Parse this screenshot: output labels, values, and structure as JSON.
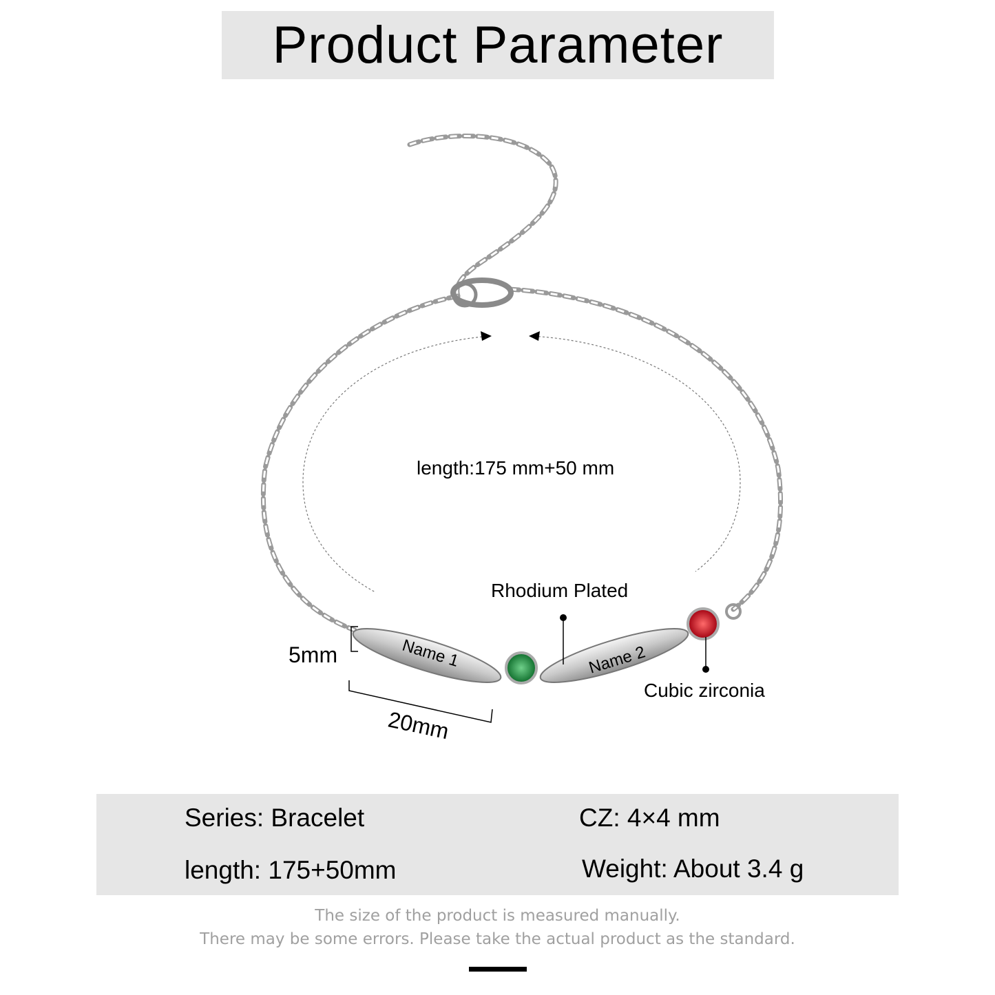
{
  "title": "Product Parameter",
  "diagram": {
    "length_label": "length:175 mm+50 mm",
    "rhodium_label": "Rhodium Plated",
    "cz_label": "Cubic zirconia",
    "height_label": "5mm",
    "width_label": "20mm",
    "plate1_text": "Name 1",
    "plate2_text": "Name 2",
    "gem_colors": {
      "green": "#1f8a3c",
      "red": "#d0121b"
    }
  },
  "specs": {
    "series": "Series: Bracelet",
    "cz": "CZ: 4×4 mm",
    "length": "length: 175+50mm",
    "weight": "Weight: About 3.4 g"
  },
  "notes": {
    "line1": "The size of the product is measured manually.",
    "line2": "There may be some errors. Please take the actual product as the standard."
  }
}
